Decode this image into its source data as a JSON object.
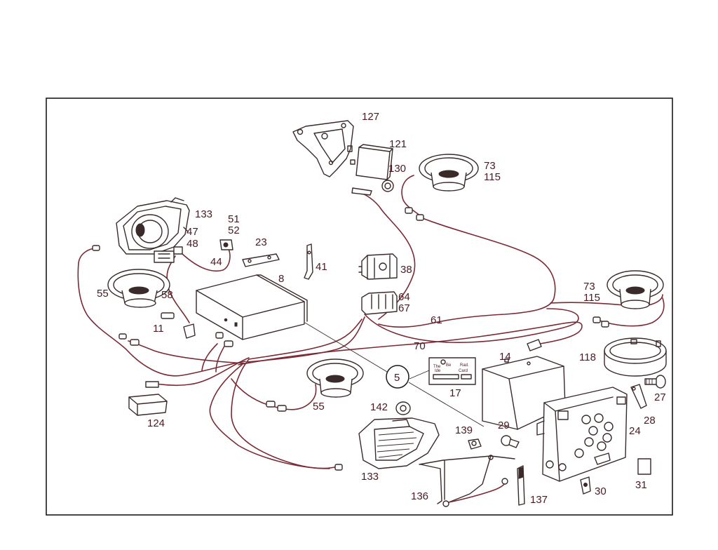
{
  "labels": {
    "l127": "127",
    "l121": "121",
    "l130": "130",
    "l73a": "73",
    "l115a": "115",
    "l73b": "73",
    "l115b": "115",
    "l133a": "133",
    "l47": "47",
    "l48": "48",
    "l51": "51",
    "l52": "52",
    "l23": "23",
    "l44": "44",
    "l41": "41",
    "l38": "38",
    "l8": "8",
    "l64": "64",
    "l67": "67",
    "l61": "61",
    "l55a": "55",
    "l58": "58",
    "l11": "11",
    "l70": "70",
    "l14": "14",
    "l118": "118",
    "l5": "5",
    "l17": "17",
    "l27": "27",
    "l28": "28",
    "l24": "24",
    "l142": "142",
    "l139": "139",
    "l29": "29",
    "l55b": "55",
    "l124": "124",
    "l133b": "133",
    "l136": "136",
    "l137": "137",
    "l30": "30",
    "l31": "31"
  },
  "card_text": {
    "line1a": "The",
    "line1b": "Be",
    "line1c": "Rad.",
    "line2a": "Ide",
    "line2b": "Card"
  },
  "colors": {
    "frame": "#1a1a1a",
    "label": "#4a1a22",
    "cable": "#7a2a35",
    "art": "#3a2a2a"
  }
}
